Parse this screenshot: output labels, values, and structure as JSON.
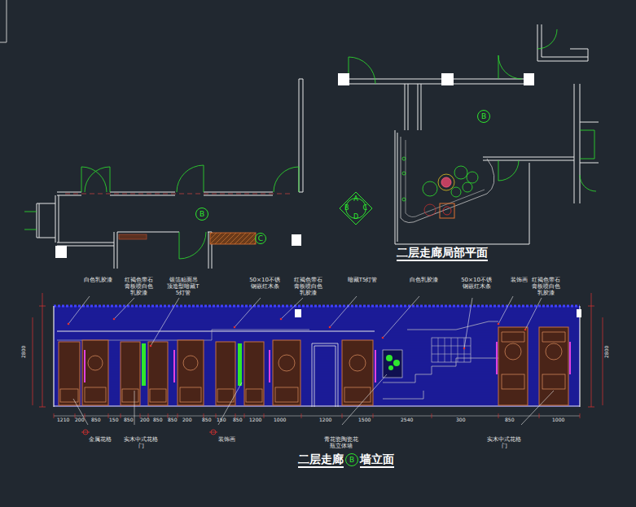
{
  "diagram": {
    "title": "二层走廊局部平面",
    "nodes": [
      {
        "text": [
          "B"
        ]
      },
      {
        "text": [
          "B"
        ]
      },
      {
        "text": [
          "A",
          "B",
          "C",
          "D"
        ]
      },
      {
        "text": [
          "C"
        ]
      },
      {
        "text": [
          "B"
        ]
      }
    ],
    "labels": [
      "二层走廊",
      "墙立面",
      "白色乳胶漆",
      "红褐色带石膏板喷白色乳胶漆",
      "银箔贴面吊顶造型暗藏T5灯管",
      "50×10不锈钢嵌红木条",
      "红褐色带石膏板喷白色乳胶漆",
      "暗藏T5灯管",
      "白色乳胶漆",
      "50×10不锈钢嵌红木条",
      "装饰画",
      "红褐色带石膏板喷白色乳胶漆",
      "金属花格",
      "实木中式花格门",
      "装饰画",
      "青花瓷陶瓷花瓶立体墙",
      "实木中式花格门",
      "2800",
      "2800",
      "1210",
      "200",
      "850",
      "150",
      "850",
      "200",
      "850",
      "850",
      "200",
      "850",
      "150",
      "850",
      "1200",
      "1000",
      "1200",
      "1500",
      "2540",
      "300",
      "850",
      "1000"
    ]
  }
}
